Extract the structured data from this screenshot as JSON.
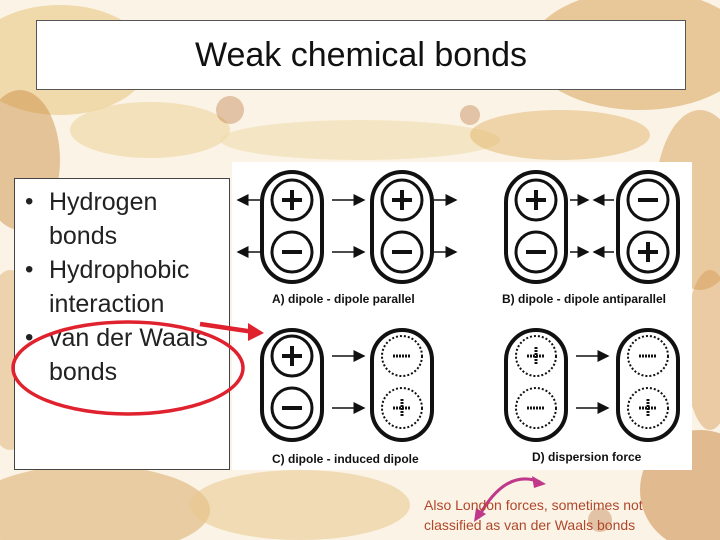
{
  "slide": {
    "title": "Weak chemical bonds",
    "bullets": [
      "Hydrogen bonds",
      "Hydrophobic interaction",
      "van der Waals bonds"
    ],
    "note_lines": [
      "Also London forces, sometimes not",
      "classified as van der Waals bonds"
    ]
  },
  "diagram": {
    "captions": {
      "a": "A) dipole - dipole parallel",
      "b": "B) dipole - dipole antiparallel",
      "c": "C) dipole - induced dipole",
      "d": "D)  dispersion force"
    }
  },
  "colors": {
    "annotation_red": "#e0212e",
    "note_text": "#b0472a",
    "arc_purple": "#c0388a"
  }
}
